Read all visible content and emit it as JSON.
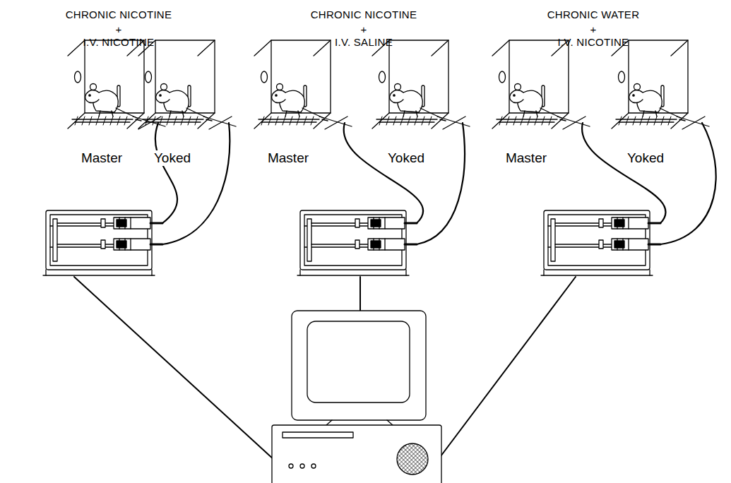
{
  "diagram": {
    "nodes": [
      {
        "text": [
          "Master"
        ]
      },
      {
        "text": [
          "Yoked"
        ]
      },
      {
        "text": [
          "Master"
        ]
      },
      {
        "text": [
          "Yoked"
        ]
      },
      {
        "text": [
          "Master"
        ]
      },
      {
        "text": [
          "Yoked"
        ]
      }
    ],
    "labels": [
      "CHRONIC NICOTINE",
      "+",
      "I.V. NICOTINE",
      "CHRONIC NICOTINE",
      "+",
      "I.V. SALINE",
      "CHRONIC WATER",
      "+",
      "I.V. NICOTINE"
    ]
  }
}
